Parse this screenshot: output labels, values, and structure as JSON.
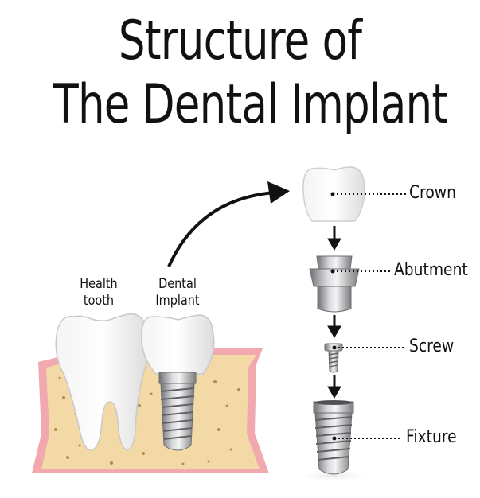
{
  "title": {
    "line1": "Structure of",
    "line2": "The Dental Implant"
  },
  "captions": {
    "health_tooth_1": "Health",
    "health_tooth_2": "tooth",
    "dental_implant_1": "Dental",
    "dental_implant_2": "Implant"
  },
  "parts": {
    "crown": "Crown",
    "abutment": "Abutment",
    "screw": "Screw",
    "fixture": "Fixture"
  },
  "colors": {
    "bone": "#f2d9a6",
    "gum": "#f1a8ae",
    "tooth": "#ffffff",
    "metal": "#8e9094",
    "spots": "#b58a55"
  }
}
